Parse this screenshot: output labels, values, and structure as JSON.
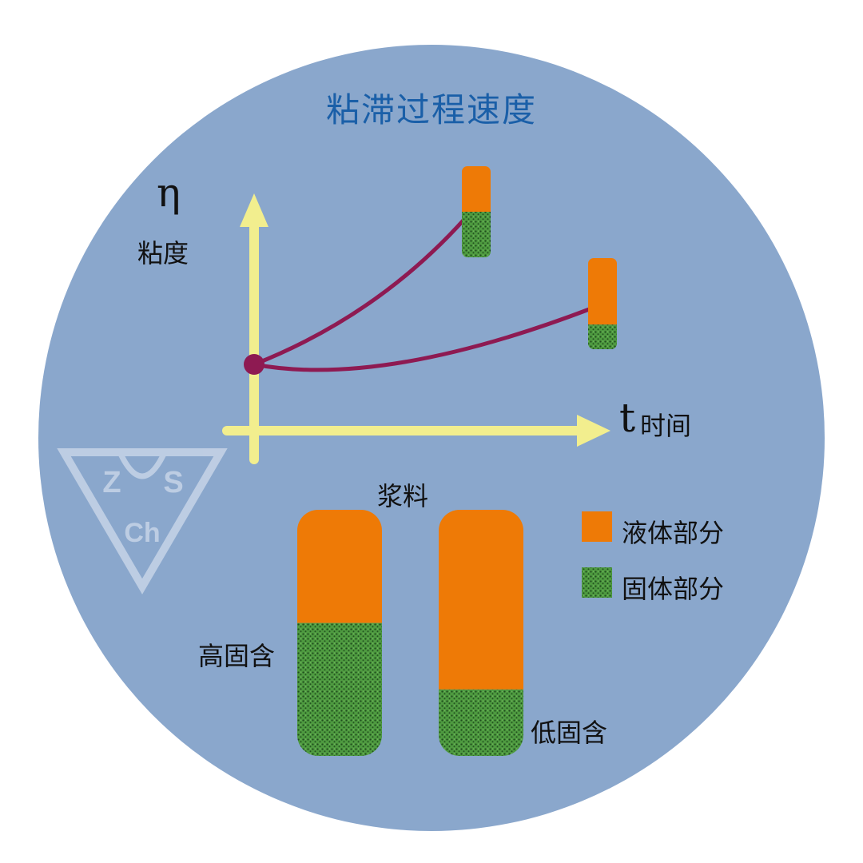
{
  "title": "粘滞过程速度",
  "axes": {
    "y_symbol": "η",
    "y_label": "粘度",
    "x_symbol": "t",
    "x_label": "时间"
  },
  "slurry_label": "浆料",
  "legend": {
    "liquid": "液体部分",
    "solid": "固体部分"
  },
  "samples": {
    "high_solids": {
      "label": "高固含",
      "solid_fraction": 0.54
    },
    "low_solids": {
      "label": "低固含",
      "solid_fraction": 0.27
    }
  },
  "logo": {
    "letters": [
      "Z",
      "S",
      "Ch"
    ]
  },
  "colors": {
    "background_circle": "#8aa7cc",
    "title": "#1a5fa8",
    "axis": "#f2ee8e",
    "curve": "#8e1a52",
    "liquid": "#ee7a06",
    "solid": "#3f8f3a",
    "logo": "#c3d2e6"
  }
}
